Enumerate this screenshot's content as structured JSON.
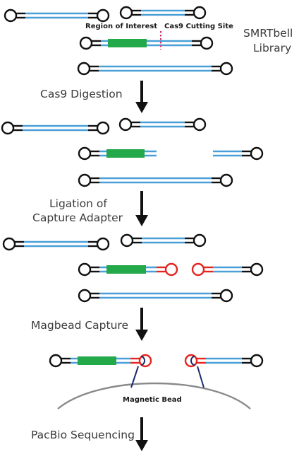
{
  "labels": {
    "region_of_interest": "Region of Interest",
    "cas9_cutting_site": "Cas9 Cutting Site",
    "library_line1": "SMRTbell",
    "library_line2": "Library",
    "step_cas9": "Cas9 Digestion",
    "step_ligation_line1": "Ligation of",
    "step_ligation_line2": "Capture Adapter",
    "step_magbead": "Magbead Capture",
    "magnetic_bead": "Magnetic Bead",
    "step_sequencing": "PacBio Sequencing"
  },
  "colors": {
    "dna_strand": "#4a9fd8",
    "hairpin_adapter": "#111111",
    "capture_adapter": "#e3261f",
    "region_of_interest": "#23a84a",
    "cut_site_marker": "#d6336c",
    "bead": "#8a8a8a",
    "tether": "#1c2a6b"
  }
}
